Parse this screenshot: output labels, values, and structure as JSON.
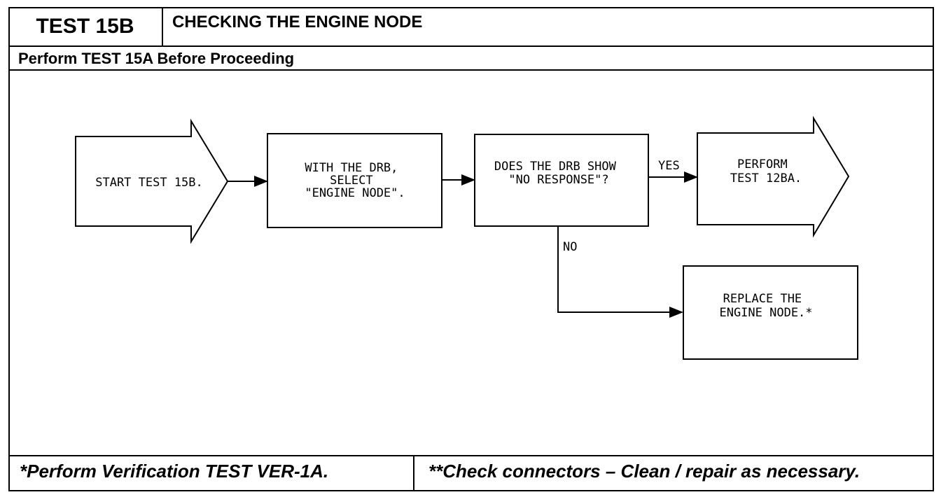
{
  "header": {
    "test_id": "TEST 15B",
    "title": "CHECKING THE ENGINE NODE",
    "prerequisite": "Perform TEST 15A Before Proceeding"
  },
  "flowchart": {
    "start": {
      "lines": [
        "START TEST 15B."
      ]
    },
    "select": {
      "lines": [
        "WITH THE DRB,",
        "SELECT",
        "\"ENGINE NODE\"."
      ]
    },
    "question": {
      "lines": [
        "DOES THE DRB SHOW",
        "\"NO RESPONSE\"?"
      ]
    },
    "yes_result": {
      "lines": [
        "PERFORM",
        "TEST 12BA."
      ]
    },
    "no_result": {
      "lines": [
        "REPLACE THE",
        "ENGINE NODE.*"
      ]
    },
    "yes_label": "YES",
    "no_label": "NO"
  },
  "footer": {
    "left": "*Perform Verification TEST VER-1A.",
    "right": "**Check connectors – Clean / repair as necessary."
  }
}
